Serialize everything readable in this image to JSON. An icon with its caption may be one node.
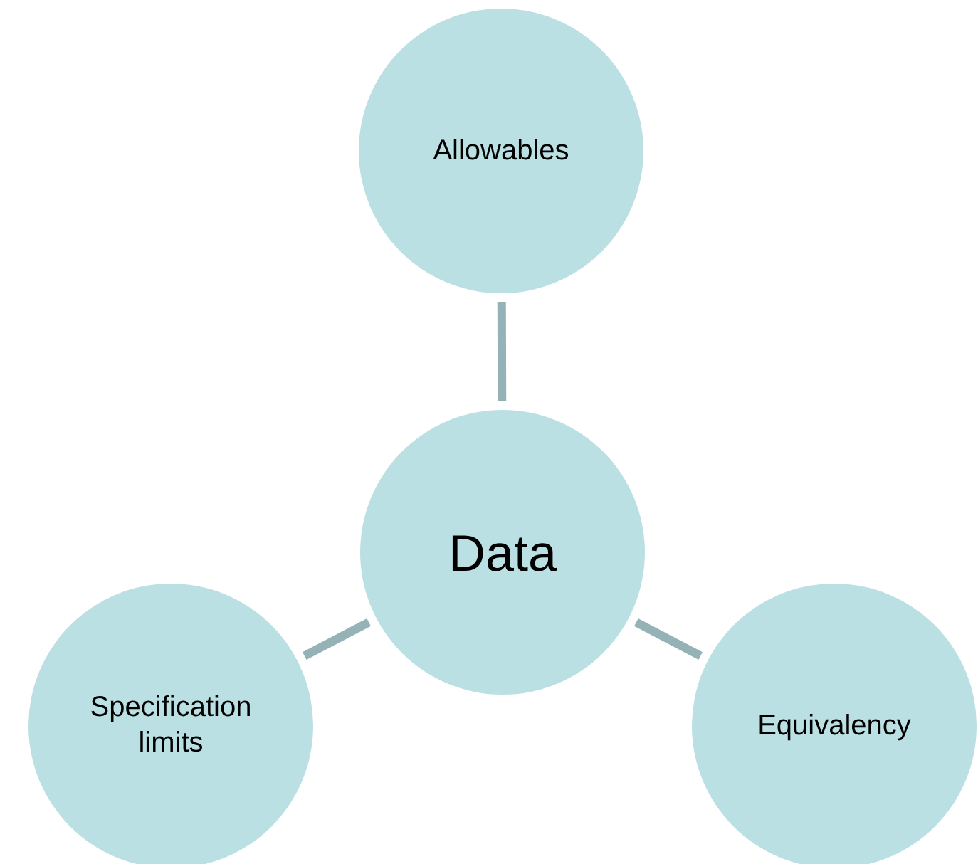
{
  "diagram": {
    "nodes": [
      {
        "text": [
          "Allowables"
        ]
      },
      {
        "text": [
          "Data"
        ]
      },
      {
        "text": [
          "Specification limits"
        ]
      },
      {
        "text": [
          "Equivalency"
        ]
      }
    ],
    "edges": [
      {
        "from": 1,
        "to": 0,
        "arrow": "none"
      },
      {
        "from": 1,
        "to": 2,
        "arrow": "none"
      },
      {
        "from": 1,
        "to": 3,
        "arrow": "none"
      }
    ]
  }
}
